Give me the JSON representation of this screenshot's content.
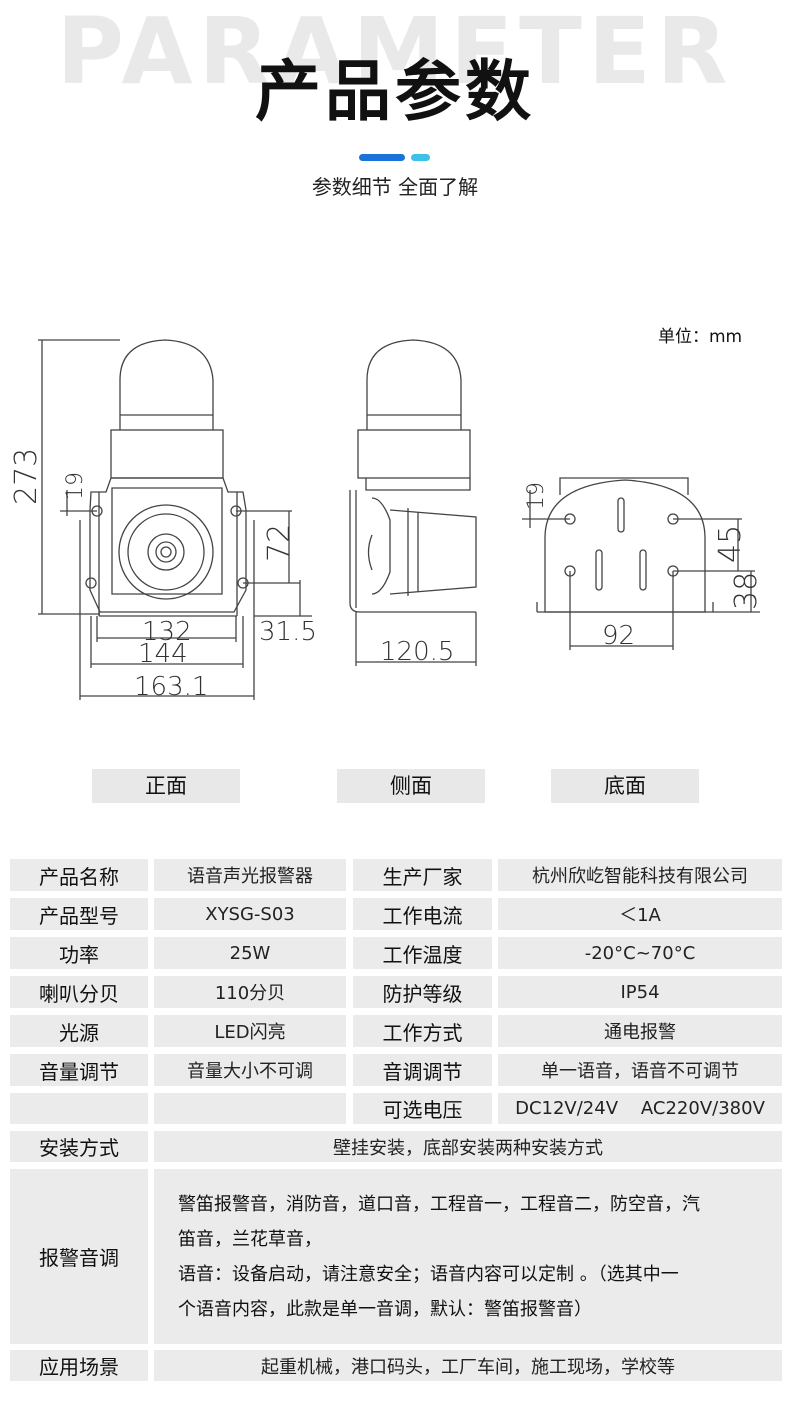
{
  "header": {
    "bg_word": "PARAMETER",
    "title": "产品参数",
    "subtitle": "参数细节 全面了解",
    "accent_colors": [
      "#1a73d9",
      "#3cc2e8"
    ]
  },
  "drawing": {
    "unit_label": "单位：mm",
    "front_dims": [
      "273",
      "19",
      "72",
      "31.5",
      "132",
      "144",
      "163.1"
    ],
    "side_dims": [
      "120.5"
    ],
    "bottom_dims": [
      "19",
      "45",
      "38",
      "92"
    ]
  },
  "views": [
    "正面",
    "侧面",
    "底面"
  ],
  "specs": {
    "rows": [
      [
        "产品名称",
        "语音声光报警器",
        "生产厂家",
        "杭州欣屹智能科技有限公司"
      ],
      [
        "产品型号",
        "XYSG-S03",
        "工作电流",
        "＜1A"
      ],
      [
        "功率",
        "25W",
        "工作温度",
        "-20°C~70°C"
      ],
      [
        "喇叭分贝",
        "110分贝",
        "防护等级",
        "IP54"
      ],
      [
        "光源",
        "LED闪亮",
        "工作方式",
        "通电报警"
      ],
      [
        "音量调节",
        "音量大小不可调",
        "音调调节",
        "单一语音，语音不可调节"
      ],
      [
        "",
        "",
        "可选电压",
        "DC12V/24V    AC220V/380V"
      ]
    ],
    "install_label": "安装方式",
    "install_value": "壁挂安装，底部安装两种安装方式",
    "alarm_label": "报警音调",
    "alarm_lines": [
      "警笛报警音，消防音，道口音，工程音一，工程音二，防空音，汽",
      "笛音，兰花草音，",
      "语音：设备启动，请注意安全；语音内容可以定制 。（选其中一",
      "个语音内容，此款是单一音调，默认：警笛报警音）"
    ],
    "app_label": "应用场景",
    "app_value": "起重机械，港口码头，工厂车间，施工现场，学校等"
  }
}
